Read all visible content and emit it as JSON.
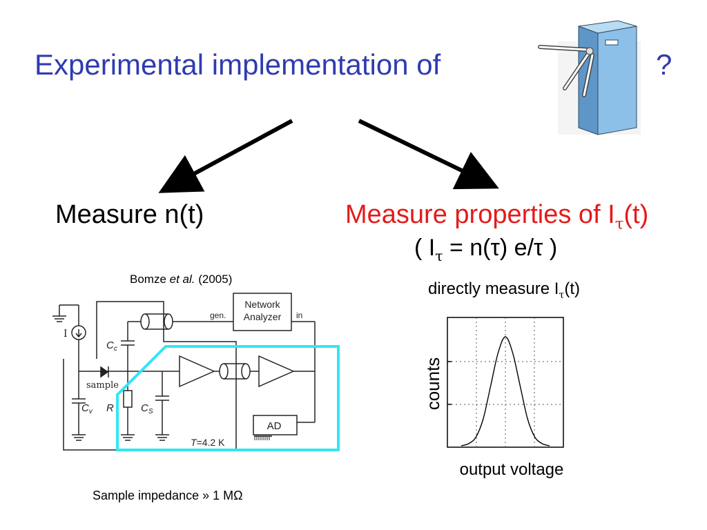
{
  "title": {
    "text": "Experimental implementation of",
    "question_mark": "?",
    "image": "turnstile-icon"
  },
  "branches": {
    "left": {
      "heading": "Measure n(t)"
    },
    "right": {
      "heading_prefix": "Measure properties of I",
      "heading_sub": "τ",
      "heading_suffix": "(t)",
      "formula_open": "( I",
      "formula_sub": "τ",
      "formula_rest": " = n(τ) e/τ )",
      "direct_prefix": "directly measure I",
      "direct_sub": "τ",
      "direct_suffix": "(t)"
    }
  },
  "citation": {
    "author": "Bomze ",
    "etal": "et al.",
    "year": " (2005)"
  },
  "circuit": {
    "analyzer_line1": "Network",
    "analyzer_line2": "Analyzer",
    "gen": "gen.",
    "in": "in",
    "cc": "C",
    "cc_sub": "c",
    "sample": "sample",
    "cv": "C",
    "cv_sub": "v",
    "r": "R",
    "cs": "C",
    "cs_sub": "S",
    "ad": "AD",
    "temp_t": "T",
    "temp_val": "=4.2 K",
    "current": "I",
    "highlight_color": "#33e6f0"
  },
  "impedance_note": "Sample impedance » 1 MΩ",
  "chart_data": {
    "type": "line",
    "xlabel": "output voltage",
    "ylabel": "counts",
    "series": [
      {
        "values": [
          0,
          0.02,
          0.08,
          0.25,
          0.55,
          0.85,
          1.0,
          0.85,
          0.55,
          0.25,
          0.08,
          0.02,
          0
        ]
      }
    ],
    "grid": "dotted"
  },
  "colors": {
    "title": "#2f3bb0",
    "accent": "#e31b1b",
    "turnstile_body": "#7fb7e0"
  }
}
